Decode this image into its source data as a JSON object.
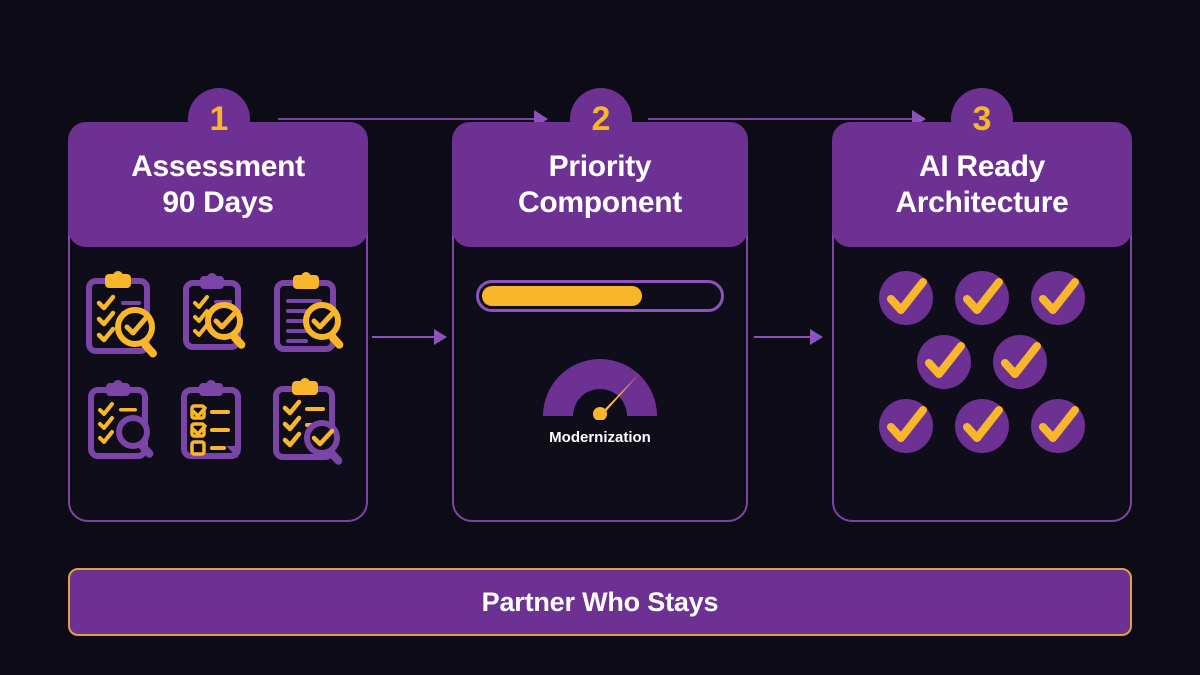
{
  "theme": {
    "background": "#0c0b16",
    "purple": "#6d3193",
    "purple_line": "#8d52bd",
    "yellow": "#fab62a",
    "gold_border": "#d9a441",
    "white": "#ffffff"
  },
  "steps": [
    {
      "number": "1",
      "title_line1": "Assessment",
      "title_line2": "90 Days",
      "content_type": "clipboard-grid",
      "icon_count": 6
    },
    {
      "number": "2",
      "title_line1": "Priority",
      "title_line2": "Component",
      "content_type": "progress-and-gauge",
      "progress_percent": 68,
      "gauge_label": "Modernization",
      "gauge_needle_degrees": 52
    },
    {
      "number": "3",
      "title_line1": "AI Ready",
      "title_line2": "Architecture",
      "content_type": "check-grid",
      "check_rows": [
        3,
        2,
        3
      ]
    }
  ],
  "connectors": {
    "top_arrow_1_to_2": "arrow-right-icon",
    "top_arrow_2_to_3": "arrow-right-icon",
    "mid_arrow_1_to_2": "arrow-right-icon",
    "mid_arrow_2_to_3": "arrow-right-icon"
  },
  "banner": {
    "label": "Partner Who Stays"
  },
  "icons": {
    "clipboard": "clipboard-check-search-icon",
    "check_circle": "check-circle-icon",
    "gauge": "gauge-icon",
    "progress": "progress-bar-icon"
  }
}
